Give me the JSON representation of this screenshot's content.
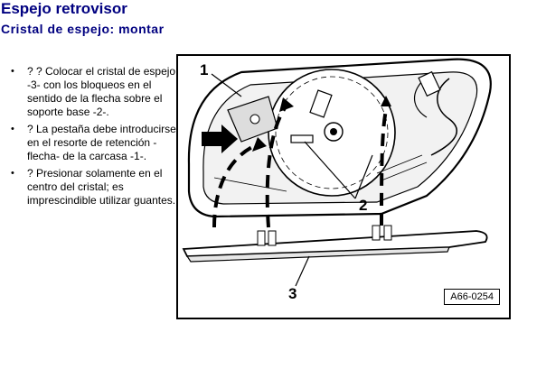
{
  "header": {
    "title": "Espejo retrovisor",
    "subtitle": "Cristal de espejo: montar"
  },
  "steps": [
    {
      "bullet": "•",
      "text": "? ?  Colocar el cristal de espejo -3- con los bloqueos en el sentido de la flecha sobre el soporte base -2-."
    },
    {
      "bullet": "•",
      "text": "?  La pestaña debe introducirse en el resorte de retención -flecha- de la carcasa -1-."
    },
    {
      "bullet": "•",
      "text": "?  Presionar solamente en el centro del cristal; es imprescindible utilizar guantes."
    }
  ],
  "figure": {
    "labels": [
      "1",
      "2",
      "3"
    ],
    "code": "A66-0254"
  }
}
